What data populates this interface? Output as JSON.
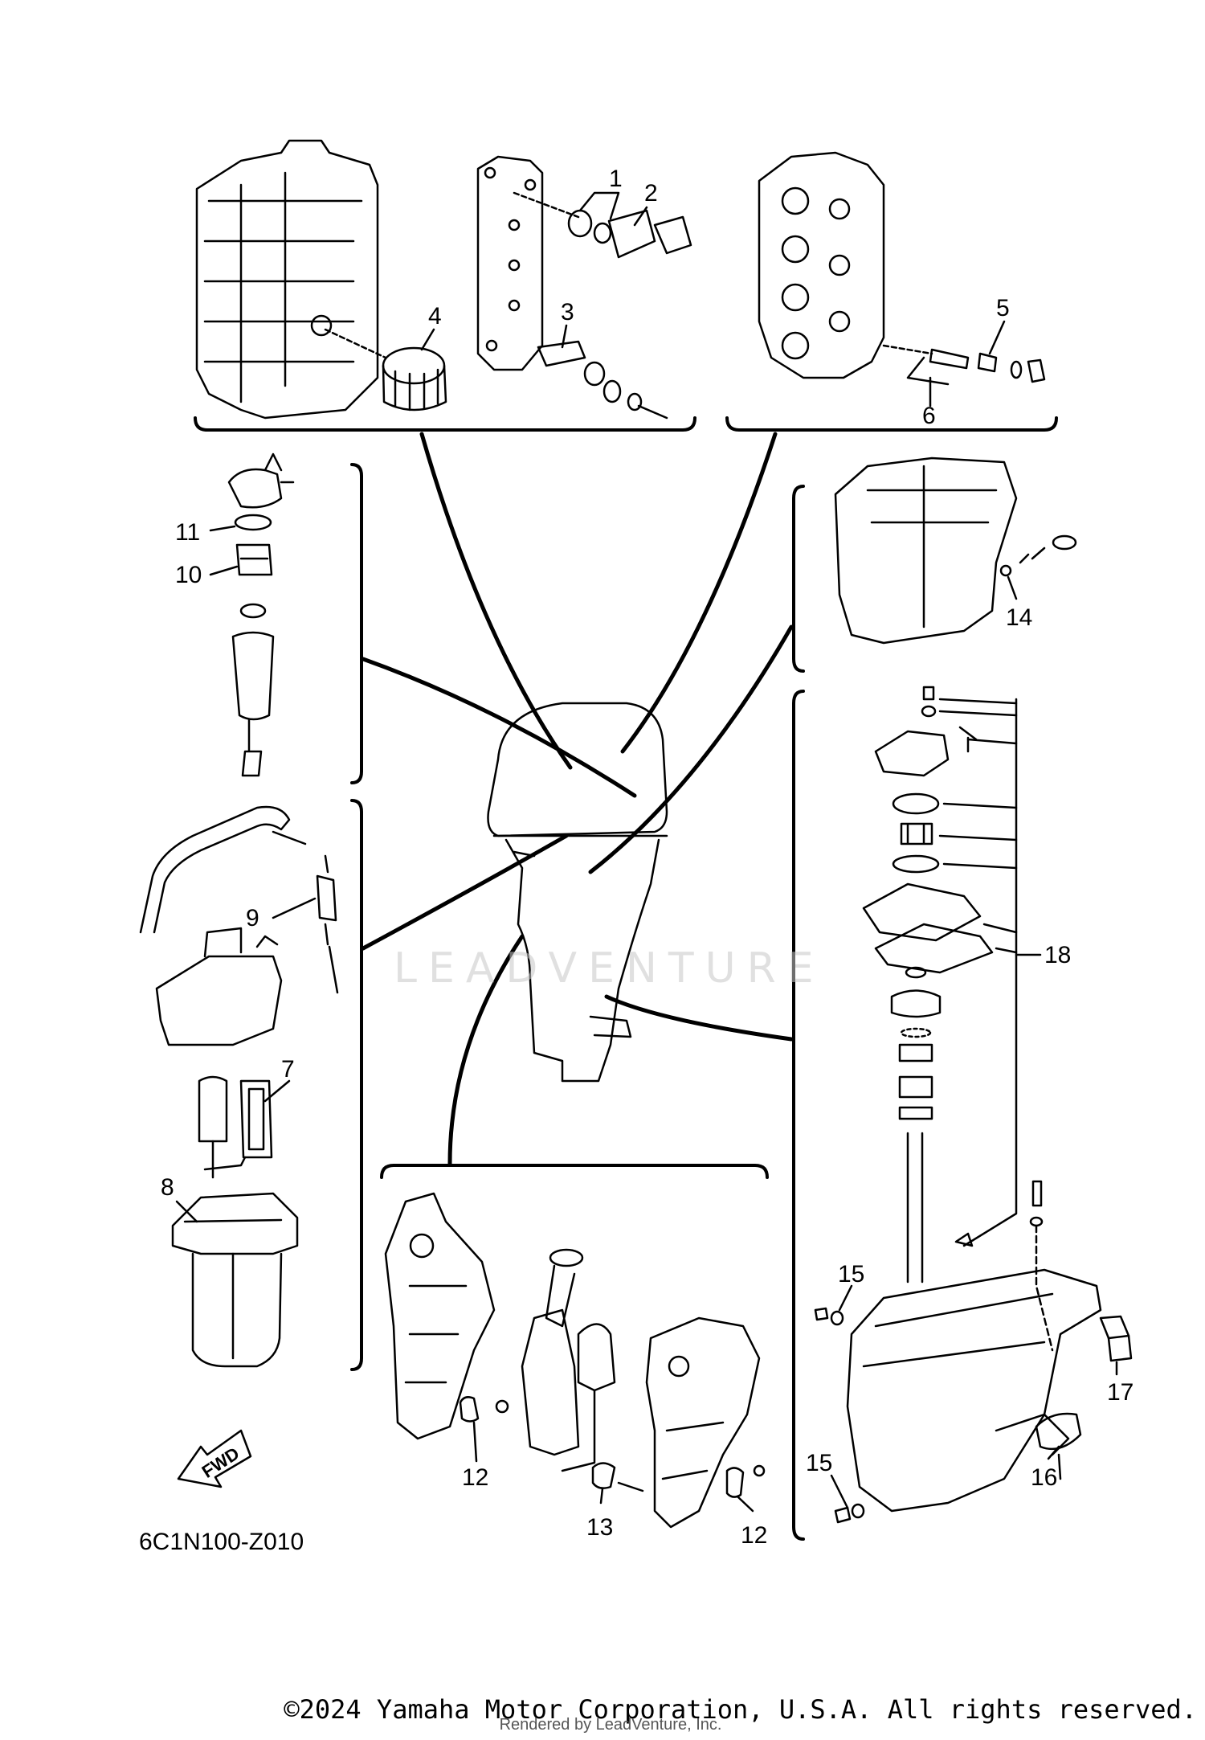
{
  "diagram": {
    "callouts": [
      "1",
      "2",
      "3",
      "4",
      "5",
      "6",
      "7",
      "8",
      "9",
      "10",
      "11",
      "12",
      "13",
      "12",
      "14",
      "15",
      "15",
      "16",
      "17",
      "18"
    ],
    "figure_code": "6C1N100-Z010",
    "fwd_label": "FWD",
    "watermark": "LEADVENTURE"
  },
  "footer": {
    "copyright": "©2024 Yamaha Motor Corporation, U.S.A. All rights reserved.",
    "rendered_by": "Rendered by LeadVenture, Inc."
  }
}
